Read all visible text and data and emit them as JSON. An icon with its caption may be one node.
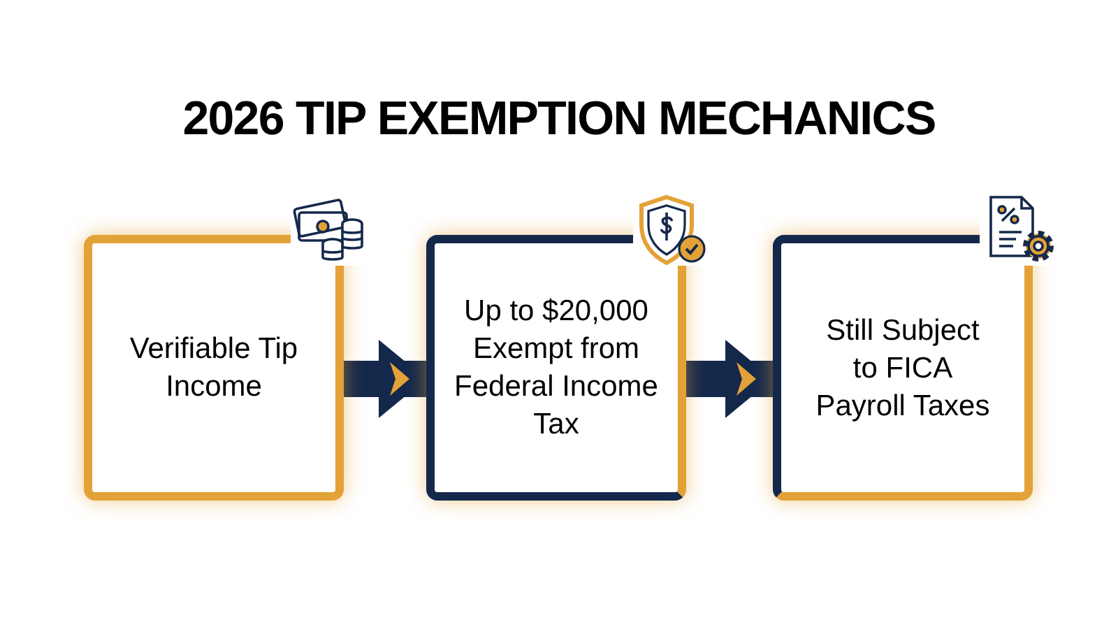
{
  "diagram": {
    "title": "2026 TIP EXEMPTION MECHANICS",
    "nodes": [
      {
        "text": [
          "Verifiable Tip Income"
        ]
      },
      {
        "text": [
          "Up to $20,000 Exempt from Federal Income Tax"
        ]
      },
      {
        "text": [
          "Still Subject to FICA Payroll Taxes"
        ]
      }
    ],
    "edges": [
      {
        "from": 0,
        "to": 1,
        "arrow": "to"
      },
      {
        "from": 1,
        "to": 2,
        "arrow": "to"
      }
    ]
  }
}
